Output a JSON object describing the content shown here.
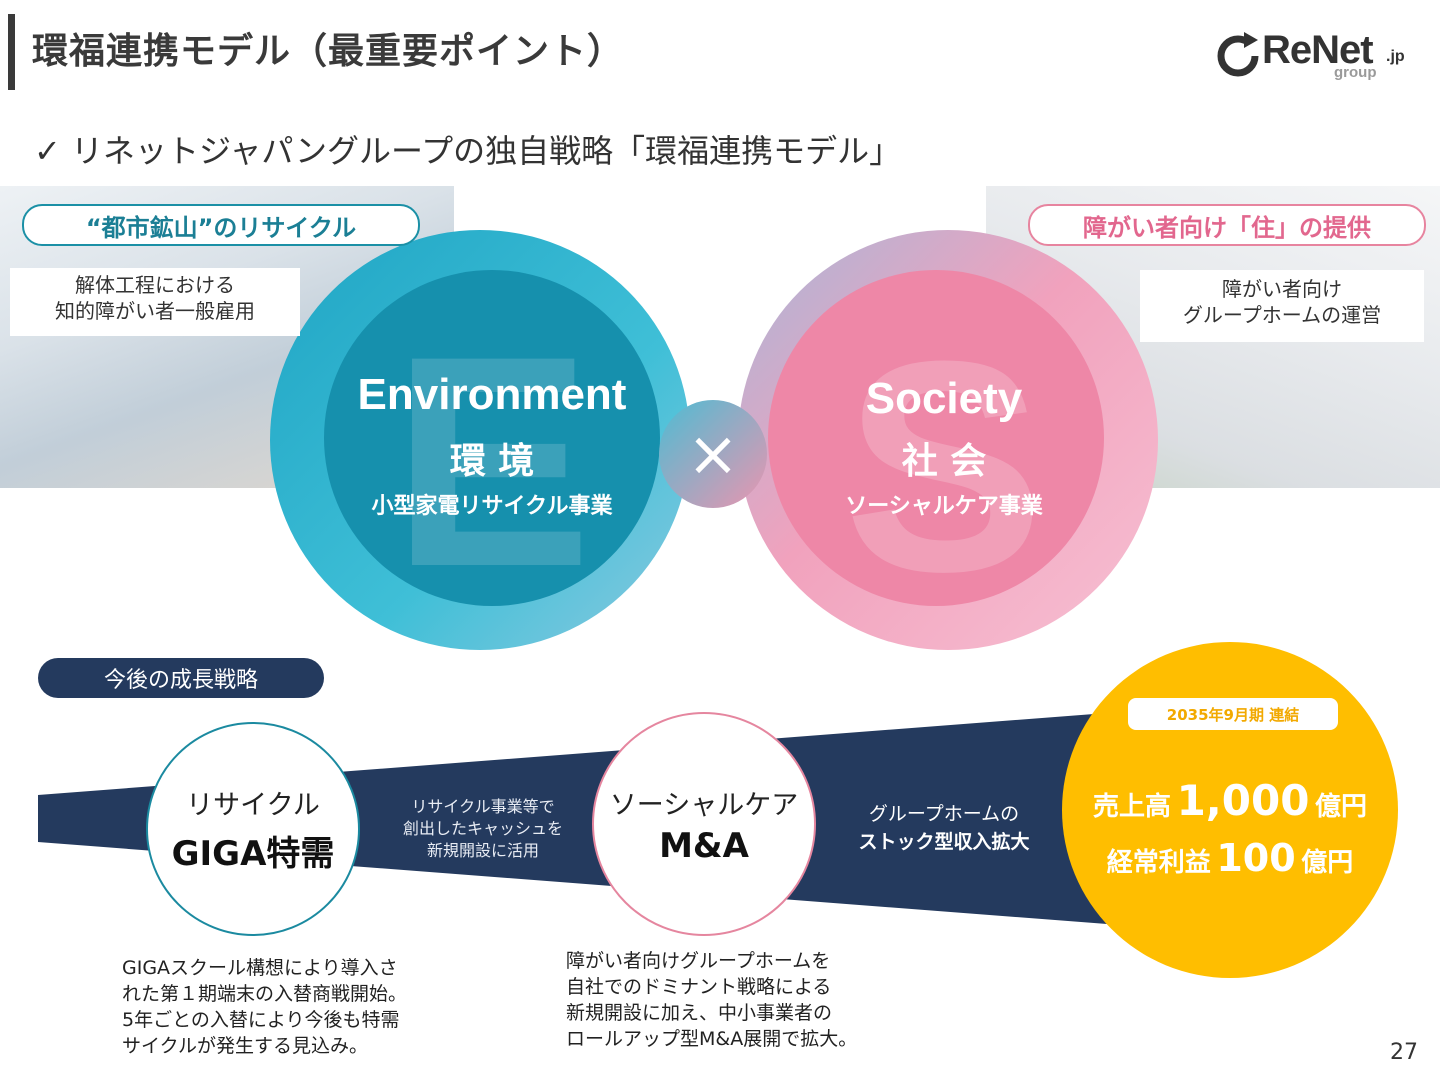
{
  "header": {
    "title": "環福連携モデル（最重要ポイント）",
    "subtitle": "✓ リネットジャパングループの独自戦略「環福連携モデル」"
  },
  "logo": {
    "text": "ReNet",
    "suffix": ".jp",
    "sub": "group"
  },
  "environment": {
    "tag": "“都市鉱山”のリサイクル",
    "note_line1": "解体工程における",
    "note_line2": "知的障がい者一般雇用",
    "title_en": "Environment",
    "title_ja": "環 境",
    "business": "小型家電リサイクル事業",
    "letter": "E",
    "color": "#1b90a6"
  },
  "society": {
    "tag": "障がい者向け「住」の提供",
    "note_line1": "障がい者向け",
    "note_line2": "グループホームの運営",
    "title_en": "Society",
    "title_ja": "社 会",
    "business": "ソーシャルケア事業",
    "letter": "S",
    "color": "#e98aa8"
  },
  "cross_symbol": "×",
  "growth": {
    "label": "今後の成長戦略",
    "stage1": {
      "line1": "リサイクル",
      "line2": "GIGA特需"
    },
    "band1": {
      "line1": "リサイクル事業等で",
      "line2": "創出したキャッシュを",
      "line3": "新規開設に活用"
    },
    "stage2": {
      "line1": "ソーシャルケア",
      "line2": "M&A"
    },
    "band2": {
      "line1": "グループホームの",
      "line2": "ストック型収入拡大"
    },
    "goal": {
      "tag": "2035年9月期 連結",
      "sales_label": "売上高",
      "sales_value": "1,000",
      "sales_unit": "億円",
      "profit_label": "経常利益",
      "profit_value": "100",
      "profit_unit": "億円",
      "color": "#ffbe00"
    }
  },
  "descriptions": {
    "left": [
      "GIGAスクール構想により導入さ",
      "れた第１期端末の入替商戦開始。",
      "5年ごとの入替により今後も特需",
      "サイクルが発生する見込み。"
    ],
    "middle": [
      "障がい者向けグループホームを",
      "自社でのドミナント戦略による",
      "新規開設に加え、中小事業者の",
      "ロールアップ型M&A展開で拡大。"
    ]
  },
  "page_number": "27"
}
